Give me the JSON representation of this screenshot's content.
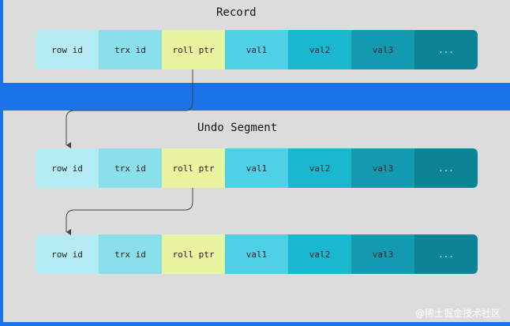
{
  "record": {
    "title": "Record"
  },
  "undo": {
    "title": "Undo Segment"
  },
  "fields": [
    "row id",
    "trx id",
    "roll ptr",
    "val1",
    "val2",
    "val3",
    "..."
  ],
  "watermark": "@稀土掘金技术社区"
}
